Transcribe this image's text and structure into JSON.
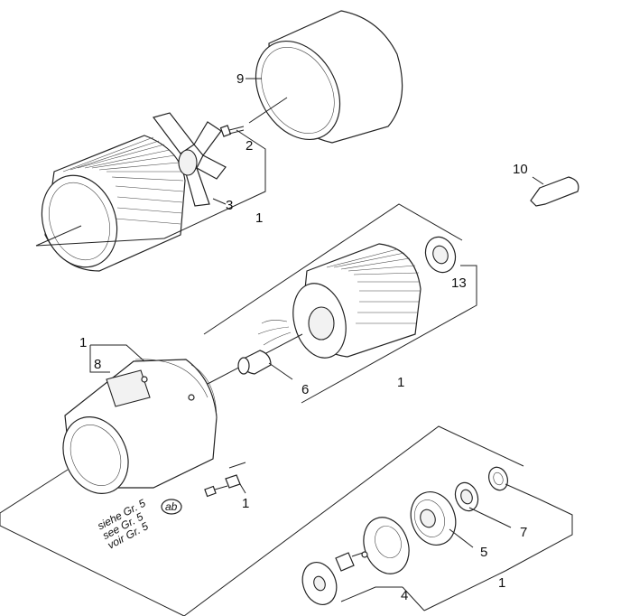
{
  "callouts": {
    "fan_housing_fan": "1",
    "screw_2": "2",
    "fan_blade_3": "3",
    "cap_9": "9",
    "tube_10": "10",
    "bearing_13": "13",
    "rotor_1": "1",
    "sleeve_6": "6",
    "flange_1": "1",
    "gasket_8": "8",
    "screw_1": "1",
    "seal_7": "7",
    "bearing_5": "5",
    "flange_4": "4",
    "seal_group_1": "1"
  },
  "reference_note": {
    "line_de": "siehe Gr. 5",
    "line_en": "see Gr. 5",
    "line_fr": "voir Gr. 5",
    "badge": "ab"
  }
}
